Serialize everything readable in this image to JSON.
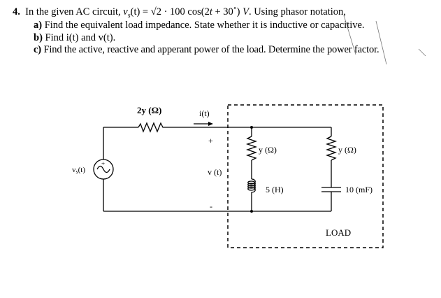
{
  "problem": {
    "number": "4.",
    "line1_a": "In the given AC circuit, ",
    "source_fn": "v",
    "source_sub": "s",
    "source_arg": "(t)",
    "equals": " = ",
    "sqrt": "√2",
    "expr": " · 100 cos(2",
    "t_var": "t",
    "phase": " + 30˚) ",
    "unit_v": "V",
    "line1_b": ". Using phasor notation,",
    "part_a_label": "a)",
    "part_a_text": " Find the equivalent load impedance. State whether it is inductive or capacitive.",
    "part_b_label": "b)",
    "part_b_text": " Find i(t) and v(t).",
    "part_c_label": "c)",
    "part_c_text": " Find the active, reactive and apperant power of the load. Determine the power factor."
  },
  "circuit": {
    "series_resistor": "2y (Ω)",
    "current": "i(t)",
    "plus_sign": "+",
    "voltage": "v (t)",
    "minus_sign": "-",
    "source": "v",
    "source_sub": "s",
    "source_arg": "(t)",
    "source_plus": "+",
    "resistor_1": "y (Ω)",
    "inductor": "5 (H)",
    "resistor_2": "y (Ω)",
    "capacitor": "10 (mF)",
    "load_label": "LOAD"
  }
}
